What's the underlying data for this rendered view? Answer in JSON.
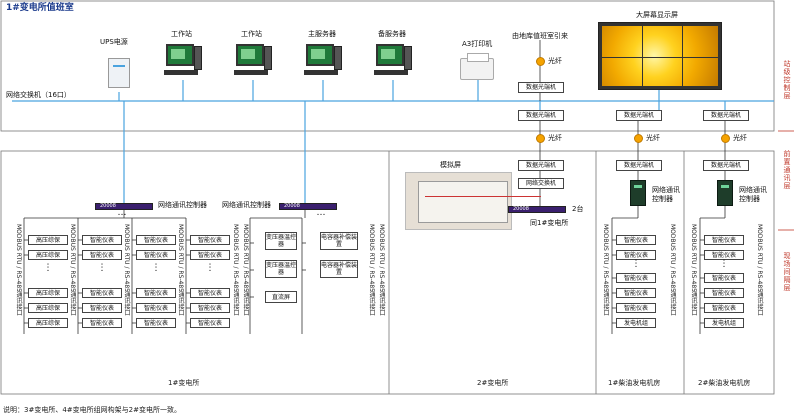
{
  "header": {
    "title": "1#变电所值班室",
    "switch_label": "网络交换机（16口）",
    "source_label": "由地库值班室引来",
    "video_wall_label": "大屏幕显示屏"
  },
  "devices": {
    "ups": "UPS电源",
    "ws1": "工作站",
    "ws2": "工作站",
    "main_server": "主服务器",
    "backup_server": "备服务器",
    "printer": "A3打印机"
  },
  "network": {
    "fiber_label": "光纤",
    "fiber_converter": "数据光端机",
    "net_switch": "网络交换机",
    "controller_label": "网络通讯控制器",
    "controller_label_2line": "网络通讯\n控制器",
    "mimic_label": "模拟屏",
    "count_label": "2台",
    "same_as_label": "同1#变电所"
  },
  "side_labels": [
    "站级控制层",
    "前置通讯层",
    "现场间隔层"
  ],
  "interface_label": "MODBUS RTU / RS-485通讯接口",
  "boxes": {
    "hv_protection": "高压综保",
    "smart_meter": "智能仪表",
    "transformer_temp": "变压器温控器",
    "dc_screen": "直流屏",
    "capacitor_comp": "电容器补偿装置",
    "generator_set": "发电机组"
  },
  "ellipsis": "…",
  "ellipsis_v": "⋮",
  "sections": {
    "sub1": "1#变电所",
    "sub2": "2#变电所",
    "diesel1": "1#柴油发电机房",
    "diesel2": "2#柴油发电机房"
  },
  "note": "说明：3#变电所、4#变电所组网构架与2#变电所一致。"
}
